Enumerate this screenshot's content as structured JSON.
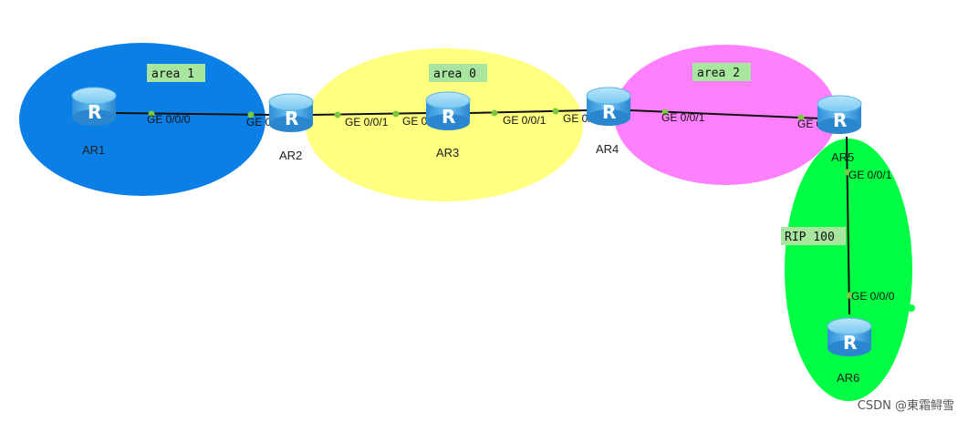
{
  "areas": [
    {
      "id": "area1",
      "label": "area 1",
      "color": "#0a7fe6"
    },
    {
      "id": "area0",
      "label": "area 0",
      "color": "#ffff80"
    },
    {
      "id": "area2",
      "label": "area 2",
      "color": "#ff80ff"
    },
    {
      "id": "rip",
      "label": "RIP 100",
      "color": "#00ff44"
    }
  ],
  "routers": [
    {
      "id": "AR1",
      "label": "AR1"
    },
    {
      "id": "AR2",
      "label": "AR2"
    },
    {
      "id": "AR3",
      "label": "AR3"
    },
    {
      "id": "AR4",
      "label": "AR4"
    },
    {
      "id": "AR5",
      "label": "AR5"
    },
    {
      "id": "AR6",
      "label": "AR6"
    }
  ],
  "router_glyph": "R",
  "ports": {
    "ar1_ge000": "GE 0/0/0",
    "ar2_ge000": "GE 0/0/0",
    "ar2_ge001": "GE 0/0/1",
    "ar3_ge000": "GE 0/0/0",
    "ar3_ge001": "GE 0/0/1",
    "ar4_ge000": "GE 0/0/0",
    "ar4_ge001": "GE 0/0/1",
    "ar5_ge000": "GE 0/0/0",
    "ar5_ge001": "GE 0/0/1",
    "ar6_ge000": "GE 0/0/0"
  },
  "link_color": "#111111",
  "port_dot_color": "#7ac943",
  "label_box_color": "#a8e6a0",
  "watermark": "CSDN @東霜鲟雪"
}
